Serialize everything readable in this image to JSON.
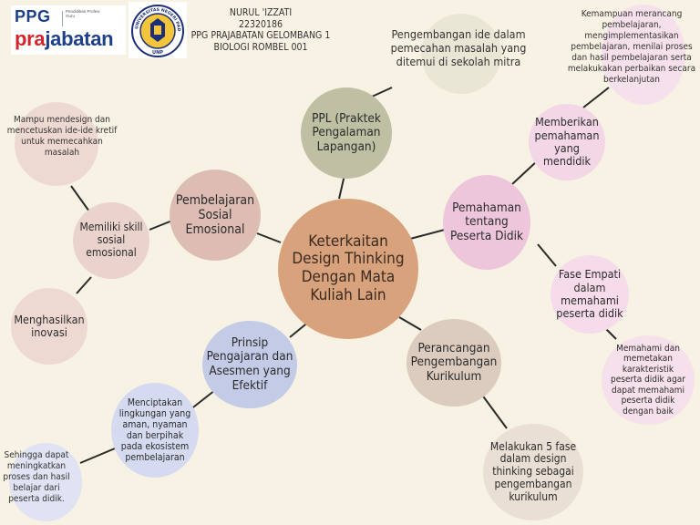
{
  "header": {
    "name": "NURUL 'IZZATI",
    "id": "22320186",
    "program": "PPG PRAJABATAN  GELOMBANG 1",
    "class": "BIOLOGI ROMBEL 001"
  },
  "logos": {
    "ppg_text": "PPG",
    "ppg_sub": "Pendidikan Profesi Guru",
    "pra": "pra",
    "jabatan": "jabatan",
    "unp_text": "UNIVERSITAS NEGERI PADANG",
    "unp_abbr": "UNP"
  },
  "center": {
    "label": "Keterkaitan Design Thinking Dengan Mata Kuliah Lain",
    "color": "#d8a27c"
  },
  "branches": [
    {
      "id": "ppl",
      "label": "PPL (Praktek Pengalaman Lapangan)",
      "color": "#bfbfa3",
      "children": [
        {
          "id": "ppl-1",
          "label": "Pengembangan ide dalam pemecahan masalah yang ditemui di sekolah mitra",
          "color": "#e9e6d6"
        }
      ]
    },
    {
      "id": "pemahaman",
      "label": "Pemahaman tentang Peserta Didik",
      "color": "#eec6dc",
      "children": [
        {
          "id": "pem-1",
          "label": "Memberikan pemahaman yang mendidik",
          "color": "#f4d7e6",
          "children": [
            {
              "id": "pem-1a",
              "label": "Kemampuan merancang pembelajaran, mengimplementasikan pembelajaran, menilai proses dan hasil pembelajaran serta melakukakan perbaikan secara berkelanjutan",
              "color": "#f6e0ec"
            }
          ]
        },
        {
          "id": "pem-2",
          "label": "Fase Empati dalam memahami peserta didik",
          "color": "#f6dcea",
          "children": [
            {
              "id": "pem-2a",
              "label": "Memahami dan memetakan karakteristik peserta didik agar dapat memahami peserta didik dengan baik",
              "color": "#f6e0ec"
            }
          ]
        }
      ]
    },
    {
      "id": "kurikulum",
      "label": "Perancangan Pengembangan Kurikulum",
      "color": "#dccbbf",
      "children": [
        {
          "id": "kur-1",
          "label": "Melakukan 5 fase dalam design thinking sebagai pengembangan kurikulum",
          "color": "#eadfd4"
        }
      ]
    },
    {
      "id": "prinsip",
      "label": "Prinsip Pengajaran dan Asesmen yang Efektif",
      "color": "#c3cbe6",
      "children": [
        {
          "id": "pri-1",
          "label": "Menciptakan lingkungan yang aman, nyaman dan berpihak pada ekosistem pembelajaran",
          "color": "#d5daf0",
          "children": [
            {
              "id": "pri-1a",
              "label": "Sehingga dapat meningkatkan proses dan hasil belajar dari peserta didik.",
              "color": "#dfe3f3"
            }
          ]
        }
      ]
    },
    {
      "id": "sosial",
      "label": "Pembelajaran Sosial Emosional",
      "color": "#ddbcb3",
      "children": [
        {
          "id": "sos-1",
          "label": "Memiliki skill sosial emosional",
          "color": "#ead3cc",
          "children": [
            {
              "id": "sos-1a",
              "label": "Mampu mendesign dan mencetuskan ide-ide kretif untuk memecahkan masalah",
              "color": "#eed9d2"
            },
            {
              "id": "sos-1b",
              "label": "Menghasilkan inovasi",
              "color": "#eed9d2"
            }
          ]
        }
      ]
    }
  ]
}
